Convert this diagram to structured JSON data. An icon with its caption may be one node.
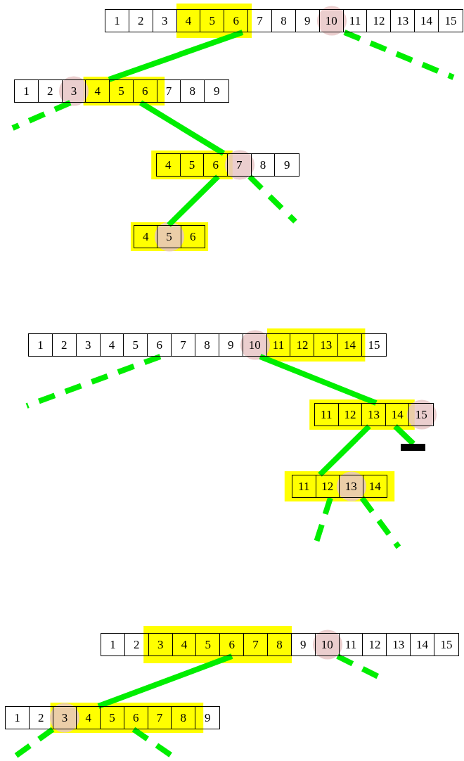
{
  "diagram": {
    "nodes": [
      {
        "text": [
          "1",
          "2",
          "3",
          "4",
          "5",
          "6",
          "7",
          "8",
          "9",
          "10",
          "11",
          "12",
          "13",
          "14",
          "15"
        ]
      },
      {
        "text": [
          "1",
          "2",
          "3",
          "4",
          "5",
          "6",
          "7",
          "8",
          "9"
        ]
      },
      {
        "text": [
          "4",
          "5",
          "6",
          "7",
          "8",
          "9"
        ]
      },
      {
        "text": [
          "4",
          "5",
          "6"
        ]
      },
      {
        "text": [
          "1",
          "2",
          "3",
          "4",
          "5",
          "6",
          "7",
          "8",
          "9",
          "10",
          "11",
          "12",
          "13",
          "14",
          "15"
        ]
      },
      {
        "text": [
          "11",
          "12",
          "13",
          "14",
          "15"
        ]
      },
      {
        "text": [],
        "shape": "bar"
      },
      {
        "text": [
          "11",
          "12",
          "13",
          "14"
        ]
      },
      {
        "text": [
          "1",
          "2",
          "3",
          "4",
          "5",
          "6",
          "7",
          "8",
          "9",
          "10",
          "11",
          "12",
          "13",
          "14",
          "15"
        ]
      },
      {
        "text": [
          "1",
          "2",
          "3",
          "4",
          "5",
          "6",
          "7",
          "8",
          "9"
        ]
      }
    ],
    "edges": [
      {
        "from": 0,
        "to": 1,
        "arrow": "none"
      },
      {
        "from": 0,
        "to": null,
        "arrow": "none",
        "style": "dashed"
      },
      {
        "from": 1,
        "to": null,
        "arrow": "none",
        "style": "dashed"
      },
      {
        "from": 1,
        "to": 2,
        "arrow": "none"
      },
      {
        "from": 2,
        "to": 3,
        "arrow": "none"
      },
      {
        "from": 2,
        "to": null,
        "arrow": "none",
        "style": "dashed"
      },
      {
        "from": 4,
        "to": null,
        "arrow": "none",
        "style": "dashed"
      },
      {
        "from": 4,
        "to": 5,
        "arrow": "none"
      },
      {
        "from": 5,
        "to": 6,
        "arrow": "none"
      },
      {
        "from": 5,
        "to": 7,
        "arrow": "none"
      },
      {
        "from": 7,
        "to": null,
        "arrow": "none",
        "style": "dashed"
      },
      {
        "from": 7,
        "to": null,
        "arrow": "none",
        "style": "dashed"
      },
      {
        "from": 8,
        "to": 9,
        "arrow": "none"
      },
      {
        "from": 8,
        "to": null,
        "arrow": "none",
        "style": "dashed"
      },
      {
        "from": 9,
        "to": null,
        "arrow": "none",
        "style": "dashed"
      },
      {
        "from": 9,
        "to": null,
        "arrow": "none",
        "style": "dashed"
      }
    ]
  }
}
